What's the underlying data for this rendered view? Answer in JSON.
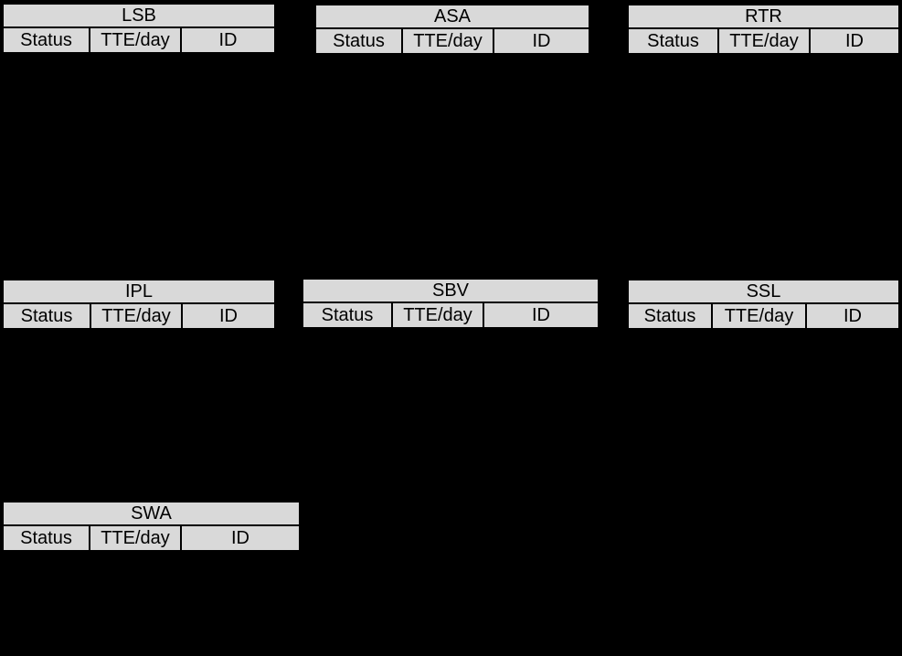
{
  "colors": {
    "background": "#000000",
    "header_bg": "#d9d9d9",
    "border": "#000000",
    "text": "#000000"
  },
  "tables": [
    {
      "title": "LSB",
      "columns": [
        "Status",
        "TTE/day",
        "ID"
      ]
    },
    {
      "title": "ASA",
      "columns": [
        "Status",
        "TTE/day",
        "ID"
      ]
    },
    {
      "title": "RTR",
      "columns": [
        "Status",
        "TTE/day",
        "ID"
      ]
    },
    {
      "title": "IPL",
      "columns": [
        "Status",
        "TTE/day",
        "ID"
      ]
    },
    {
      "title": "SBV",
      "columns": [
        "Status",
        "TTE/day",
        "ID"
      ]
    },
    {
      "title": "SSL",
      "columns": [
        "Status",
        "TTE/day",
        "ID"
      ]
    },
    {
      "title": "SWA",
      "columns": [
        "Status",
        "TTE/day",
        "ID"
      ]
    }
  ]
}
